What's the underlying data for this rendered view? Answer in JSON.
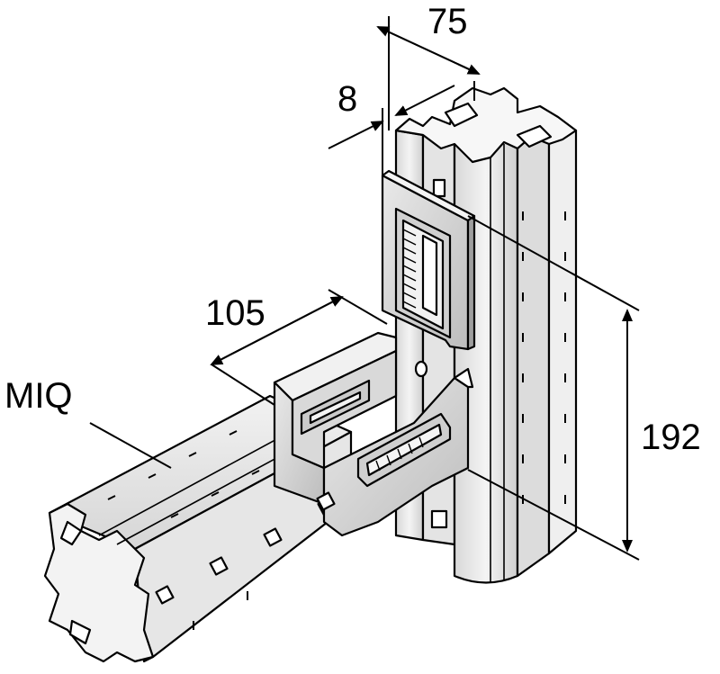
{
  "figure": {
    "callout_label": "MIQ",
    "dimensions": {
      "width_post": "75",
      "plate_thickness": "8",
      "bracket_depth": "105",
      "bracket_height": "192"
    },
    "colors": {
      "line": "#000000",
      "steel": "#e8e8e8",
      "steel_shade": "#c9c9c9",
      "steel_dark": "#a8a8a8",
      "background": "#ffffff"
    }
  }
}
